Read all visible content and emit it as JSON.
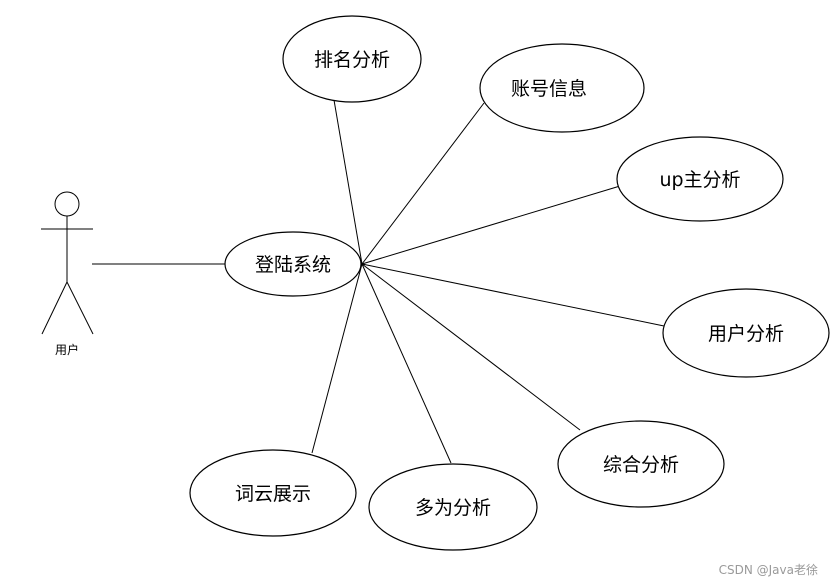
{
  "actor": {
    "label": "用户"
  },
  "center_use_case": {
    "label": "登陆系统"
  },
  "use_cases": [
    {
      "label": "排名分析"
    },
    {
      "label": "账号信息"
    },
    {
      "label": "up主分析"
    },
    {
      "label": "用户分析"
    },
    {
      "label": "综合分析"
    },
    {
      "label": "多为分析"
    },
    {
      "label": "词云展示"
    }
  ],
  "watermark": "CSDN @Java老徐"
}
